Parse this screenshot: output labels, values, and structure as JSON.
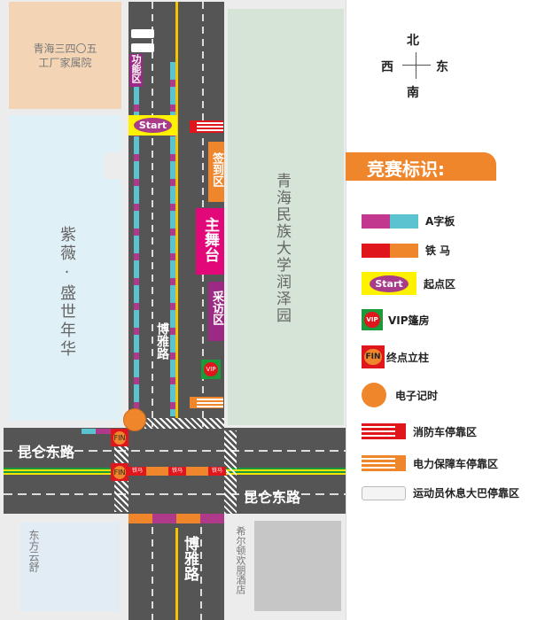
{
  "compass": {
    "north": "北",
    "west": "西",
    "east": "东",
    "south": "南"
  },
  "buildings": {
    "factory": "青海三四〇五工厂家属院",
    "ziwei": "紫薇·盛世年华",
    "university": "青海民族大学润泽园",
    "dongfang": "东方云舒",
    "hilton": "希尔顿欢朋酒店"
  },
  "roads": {
    "boya": "博雅路",
    "kunlun": "昆仑东路"
  },
  "zones": {
    "function": "功能区",
    "checkin": "签到区",
    "stage": "主舞台",
    "interview": "采访区",
    "start": "Start",
    "vip": "VIP",
    "fin": "FIN",
    "iron": "铁马",
    "aboard": "A板"
  },
  "legend": {
    "title": "竞赛标识:",
    "items": [
      {
        "icon": "a-board-icon",
        "label": "A字板"
      },
      {
        "icon": "iron-barrier-icon",
        "label": "铁 马"
      },
      {
        "icon": "start-icon",
        "label": "起点区"
      },
      {
        "icon": "vip-icon",
        "label": "VIP篷房"
      },
      {
        "icon": "fin-icon",
        "label": "终点立柱"
      },
      {
        "icon": "clock-icon",
        "label": "电子记时"
      },
      {
        "icon": "fire-truck-icon",
        "label": "消防车停靠区"
      },
      {
        "icon": "power-truck-icon",
        "label": "电力保障车停靠区"
      },
      {
        "icon": "bus-icon",
        "label": "运动员休息大巴停靠区"
      }
    ]
  },
  "colors": {
    "road": "#555555",
    "orange": "#f0862c",
    "purple": "#b03a8a",
    "cyan": "#5bc2d0",
    "magenta": "#e2087a",
    "red": "#e0161d",
    "yellow": "#fff200"
  }
}
